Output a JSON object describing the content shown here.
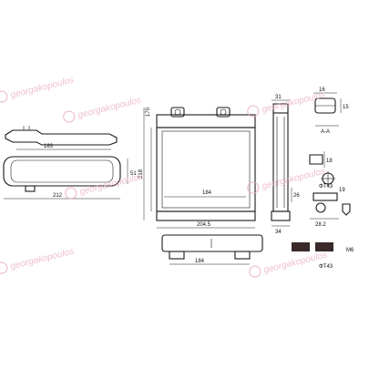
{
  "watermark": {
    "text": "georgakopoulos"
  },
  "dimensions": {
    "left_length": "212",
    "left_inner": "183",
    "left_height": "51",
    "front_width": "204.5",
    "front_height": "218",
    "front_inner_height": "170",
    "core_width": "184",
    "bottom_width": "184",
    "side_top": "31",
    "side_bottom": "34",
    "side_depth": "26",
    "pipe_diam": "16",
    "pipe_offset": "15",
    "fitting_a": "18",
    "fitting_b": "19",
    "fitting_c": "28.2",
    "section_label": "A-A",
    "note_a": "ΦT43",
    "note_b": "ΦT43",
    "note_c": "M6"
  },
  "colors": {
    "line": "#1a1a1a",
    "watermark": "#e7a9c6",
    "swatch": "#3a2a2a"
  }
}
